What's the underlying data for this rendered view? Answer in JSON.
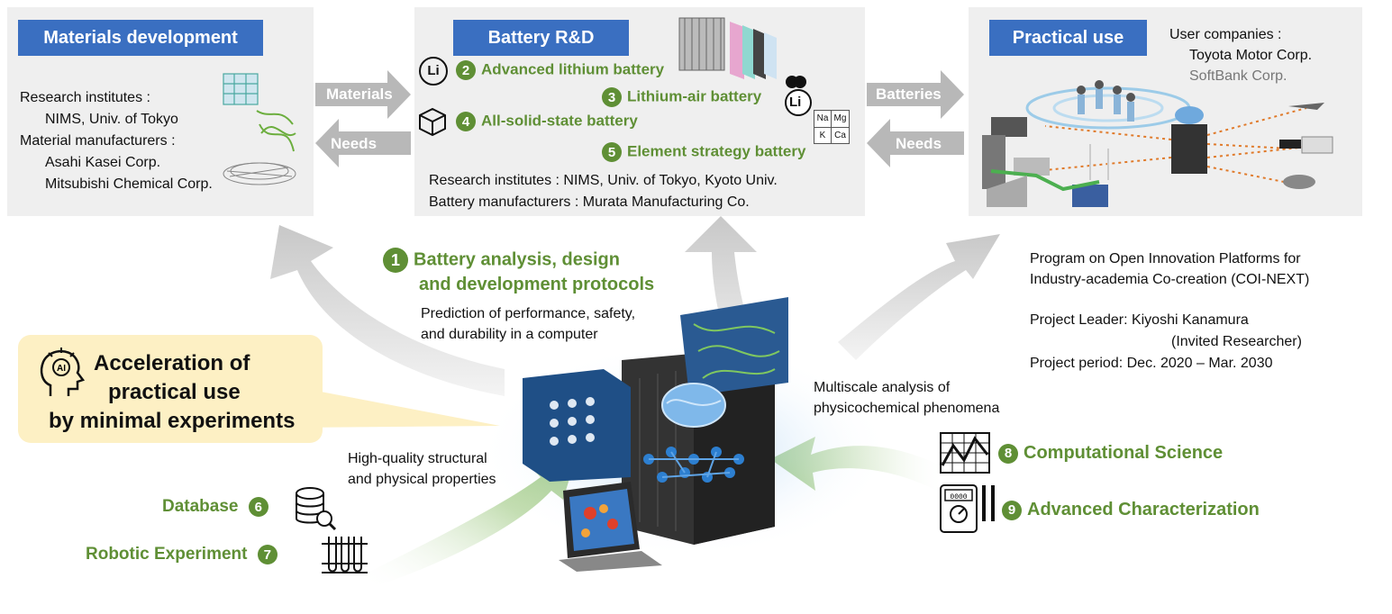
{
  "colors": {
    "header_blue": "#3a6fc1",
    "accent_green": "#5f8f35",
    "panel_gray": "#efefef",
    "callout_yellow": "#fdf0c4",
    "arrow_gray": "#b8b8b8"
  },
  "materials": {
    "title": "Materials development",
    "lines": [
      "Research institutes :",
      "NIMS, Univ. of Tokyo",
      "Material manufacturers :",
      "Asahi Kasei Corp.",
      "Mitsubishi Chemical Corp."
    ]
  },
  "battery": {
    "title": "Battery  R&D",
    "items": [
      {
        "num": "2",
        "label": "Advanced lithium battery"
      },
      {
        "num": "3",
        "label": "Lithium-air battery"
      },
      {
        "num": "4",
        "label": "All-solid-state battery"
      },
      {
        "num": "5",
        "label": "Element strategy battery"
      }
    ],
    "research": "Research institutes : NIMS, Univ. of Tokyo, Kyoto Univ.",
    "manufacturers": "Battery manufacturers : Murata Manufacturing Co.",
    "li_symbol": "Li",
    "elements": [
      "Na",
      "Mg",
      "K",
      "Ca"
    ]
  },
  "practical": {
    "title": "Practical use",
    "user_label": "User companies :",
    "companies": [
      "Toyota Motor Corp.",
      "SoftBank Corp."
    ]
  },
  "arrows": {
    "materials": "Materials",
    "needs_left": "Needs",
    "batteries": "Batteries",
    "needs_right": "Needs"
  },
  "protocol": {
    "num": "1",
    "line1": "Battery analysis, design",
    "line2": "and development protocols"
  },
  "prediction": [
    "Prediction of performance, safety,",
    "and durability in a computer"
  ],
  "program": {
    "line1": "Program on Open Innovation Platforms for",
    "line2": "Industry-academia Co-creation (COI-NEXT)",
    "leader": "Project Leader: Kiyoshi Kanamura",
    "leader_role": "(Invited Researcher)",
    "period": "Project period: Dec. 2020 – Mar. 2030"
  },
  "acceleration": {
    "line1": "Acceleration of",
    "line2": "practical use",
    "line3": "by minimal experiments",
    "ai_label": "AI"
  },
  "multiscale": [
    "Multiscale analysis of",
    "physicochemical phenomena"
  ],
  "structural": [
    "High-quality structural",
    "and physical properties"
  ],
  "database": {
    "label": "Database",
    "num": "6"
  },
  "robotic": {
    "label": "Robotic Experiment",
    "num": "7"
  },
  "computational": {
    "label": "Computational Science",
    "num": "8"
  },
  "characterization": {
    "label": "Advanced Characterization",
    "num": "9"
  },
  "tester_display": "0000"
}
